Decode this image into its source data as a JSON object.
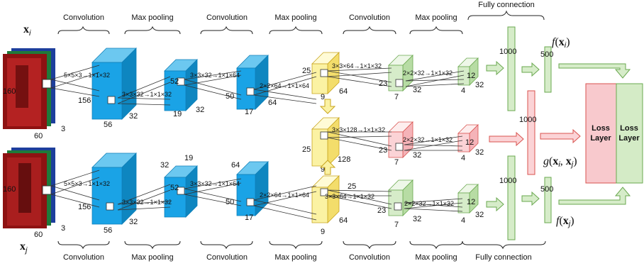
{
  "stage_labels": {
    "top": [
      "Convolution",
      "Max pooling",
      "Convolution",
      "Max pooling",
      "Convolution",
      "Max pooling",
      "Fully connection"
    ],
    "bottom": [
      "Convolution",
      "Max pooling",
      "Convolution",
      "Max pooling",
      "Convolution",
      "Max pooling",
      "Fully connection"
    ]
  },
  "inputs": {
    "top_label": "x",
    "top_sub": "i",
    "bottom_label": "x",
    "bottom_sub": "j",
    "height": "160",
    "width": "60",
    "channels": "3"
  },
  "ops": {
    "conv1": "5×5×3→1×1×32",
    "pool1": "3×3×32→1×1×32",
    "conv2": "3×3×32→1×1×64",
    "pool2": "2×2×64→1×1×64",
    "conv3": "3×3×64→1×1×32",
    "pool3": "2×2×32→1×1×32",
    "conv_mid": "3×3×128→1×1×32",
    "pool_mid": "2×2×32→1×1×32"
  },
  "dims": {
    "c1": [
      "156",
      "56",
      "32"
    ],
    "p1": [
      "52",
      "19",
      "32"
    ],
    "c2": [
      "50",
      "17",
      "64"
    ],
    "p2": [
      "25",
      "9",
      "64"
    ],
    "c3": [
      "23",
      "7",
      "32"
    ],
    "p3": [
      "12",
      "4",
      "32"
    ],
    "mid_p2": [
      "25",
      "9",
      "128"
    ],
    "mid_c3": [
      "23",
      "7",
      "32"
    ],
    "mid_p3": [
      "12",
      "4",
      "32"
    ]
  },
  "fc": {
    "n1000": "1000",
    "n500": "500",
    "f_top": "f(xi)",
    "f_bottom": "f(xj)",
    "g_mid": "g(xi, xj)"
  },
  "loss": {
    "left": [
      "Loss",
      "Layer"
    ],
    "right": [
      "Loss",
      "Layer"
    ]
  },
  "colors": {
    "blue": "#1aa3e6",
    "blue_dark": "#0f7fb8",
    "yellow": "#fbf2a3",
    "yellow_edge": "#c9a51e",
    "green": "#d6ecc9",
    "green_edge": "#6aa84f",
    "red": "#fbd3d6",
    "red_edge": "#d9534f",
    "loss_red": "#f8c9cd",
    "loss_green": "#d4ebc6"
  }
}
